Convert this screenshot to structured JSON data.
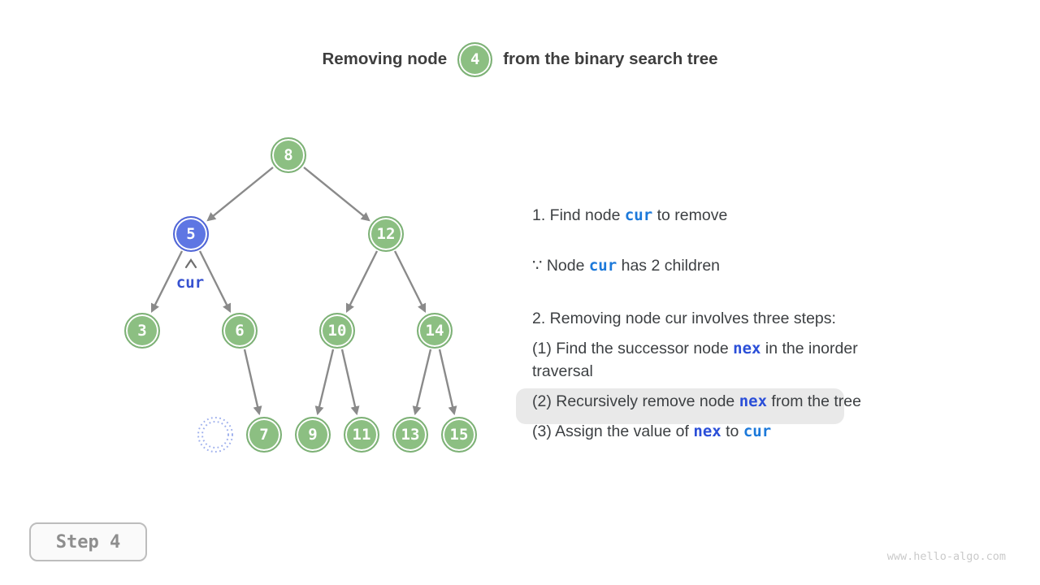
{
  "title": {
    "prefix": "Removing node",
    "node_value": "4",
    "suffix": "from the binary search tree"
  },
  "tree": {
    "nodes": [
      {
        "value": "8",
        "variant": "green"
      },
      {
        "value": "5",
        "variant": "blue"
      },
      {
        "value": "12",
        "variant": "green"
      },
      {
        "value": "3",
        "variant": "green"
      },
      {
        "value": "6",
        "variant": "green"
      },
      {
        "value": "10",
        "variant": "green"
      },
      {
        "value": "14",
        "variant": "green"
      },
      {
        "value": "7",
        "variant": "green"
      },
      {
        "value": "9",
        "variant": "green"
      },
      {
        "value": "11",
        "variant": "green"
      },
      {
        "value": "13",
        "variant": "green"
      },
      {
        "value": "15",
        "variant": "green"
      }
    ],
    "pointer_label": "cur",
    "removed_placeholder": "dashed-empty-circle"
  },
  "panel": {
    "line1": {
      "a": "1. Find node ",
      "kw": "cur",
      "b": " to remove"
    },
    "line2": {
      "a": "∵ Node ",
      "kw": "cur",
      "b": " has 2 children"
    },
    "line3": "2. Removing node cur involves three steps:",
    "line4": {
      "a": "(1) Find the successor node ",
      "kw": "nex",
      "b": " in the inorder",
      "c": "traversal"
    },
    "line5": {
      "a": "(2) Recursively remove node ",
      "kw": "nex",
      "b": " from the tree"
    },
    "line6": {
      "a": "(3) Assign the value of ",
      "kw1": "nex",
      "b": " to ",
      "kw2": "cur"
    }
  },
  "footer": {
    "step_label": "Step 4",
    "watermark": "www.hello-algo.com"
  },
  "colors": {
    "node_green": "#8cbf82",
    "node_blue": "#5e76e3",
    "cur_text": "#1c79da",
    "nex_text": "#2b4fd8",
    "tree_cur_label": "#3752d0",
    "edge_gray": "#8a8a8a",
    "highlight_bg": "#e9e9e9"
  }
}
